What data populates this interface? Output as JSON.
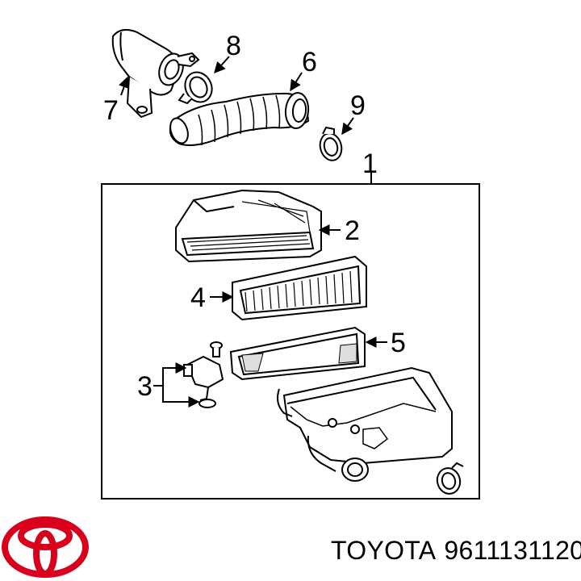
{
  "callouts": {
    "c1": "1",
    "c2": "2",
    "c3": "3",
    "c4": "4",
    "c5": "5",
    "c6": "6",
    "c7": "7",
    "c8": "8",
    "c9": "9"
  },
  "caption": {
    "brand": "TOYOTA",
    "part_number": "9611131120"
  },
  "colors": {
    "line": "#000000",
    "logo": "#d9001b",
    "background": "#ffffff"
  },
  "icons": [
    "toyota-logo-icon"
  ]
}
